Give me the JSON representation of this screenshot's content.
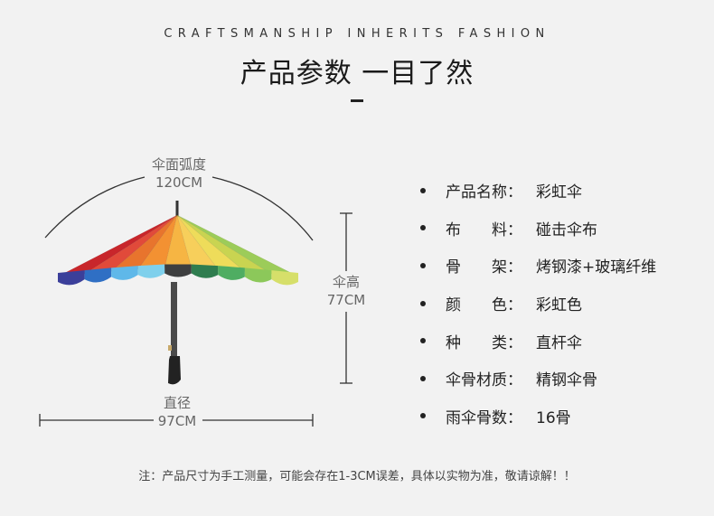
{
  "header": {
    "tagline": "CRAFTSMANSHIP INHERITS FASHION",
    "title": "产品参数  一目了然"
  },
  "illustration": {
    "arc_label": "伞面弧度",
    "arc_value": "120CM",
    "height_label": "伞高",
    "height_value": "77CM",
    "diameter_label": "直径",
    "diameter_value": "97CM",
    "canopy_colors": [
      "#c8262b",
      "#e14a3a",
      "#e8742d",
      "#f39132",
      "#f6b543",
      "#f7cf5b",
      "#eedc5a",
      "#c9d451",
      "#9ccc59"
    ],
    "rim_colors": [
      "#3b3f9a",
      "#2f6fc4",
      "#5fb8e9",
      "#7fd0ec",
      "#3e3f40",
      "#2f7d4f",
      "#4fad62",
      "#8cc85a",
      "#d6df6a"
    ]
  },
  "specs": [
    {
      "key": "产品名称：",
      "value": "彩虹伞"
    },
    {
      "key": "布　　料：",
      "value": "碰击伞布"
    },
    {
      "key": "骨　　架：",
      "value": "烤钢漆+玻璃纤维"
    },
    {
      "key": "颜　　色：",
      "value": "彩虹色"
    },
    {
      "key": "种　　类：",
      "value": "直杆伞"
    },
    {
      "key": "伞骨材质：",
      "value": "精钢伞骨"
    },
    {
      "key": "雨伞骨数：",
      "value": "16骨"
    }
  ],
  "footer": {
    "note": "注：产品尺寸为手工测量，可能会存在1-3CM误差，具体以实物为准，敬请谅解！！"
  }
}
